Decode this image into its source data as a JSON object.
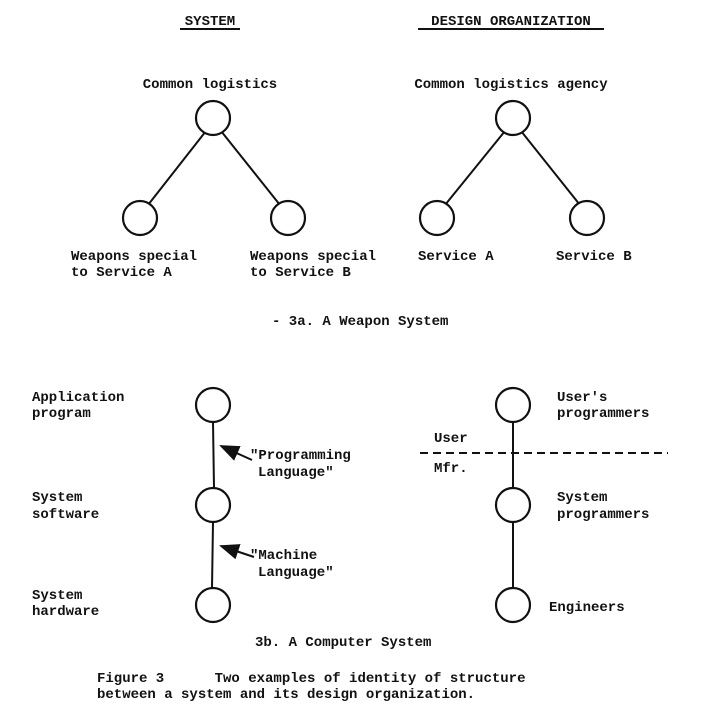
{
  "headers": {
    "system": "SYSTEM",
    "design_organization": "DESIGN ORGANIZATION"
  },
  "weapon": {
    "system_root": "Common logistics",
    "system_left": [
      "Weapons special",
      "to Service A"
    ],
    "system_right": [
      "Weapons special",
      "to Service B"
    ],
    "org_root": "Common logistics agency",
    "org_left": "Service A",
    "org_right": "Service B",
    "caption": "- 3a.  A Weapon System"
  },
  "computer": {
    "system_nodes": [
      [
        "Application",
        "program"
      ],
      [
        "System",
        "software"
      ],
      [
        "System",
        "hardware"
      ]
    ],
    "arrow_labels": [
      [
        "\"Programming",
        "Language\""
      ],
      [
        "\"Machine",
        "Language\""
      ]
    ],
    "org_nodes": [
      [
        "User's",
        "programmers"
      ],
      [
        "System",
        "programmers"
      ],
      [
        "Engineers"
      ]
    ],
    "boundary_above": "User",
    "boundary_below": "Mfr.",
    "caption": "3b.  A Computer System"
  },
  "figure_caption": [
    "Figure 3      Two examples of identity of structure",
    "between a system and its design organization."
  ]
}
